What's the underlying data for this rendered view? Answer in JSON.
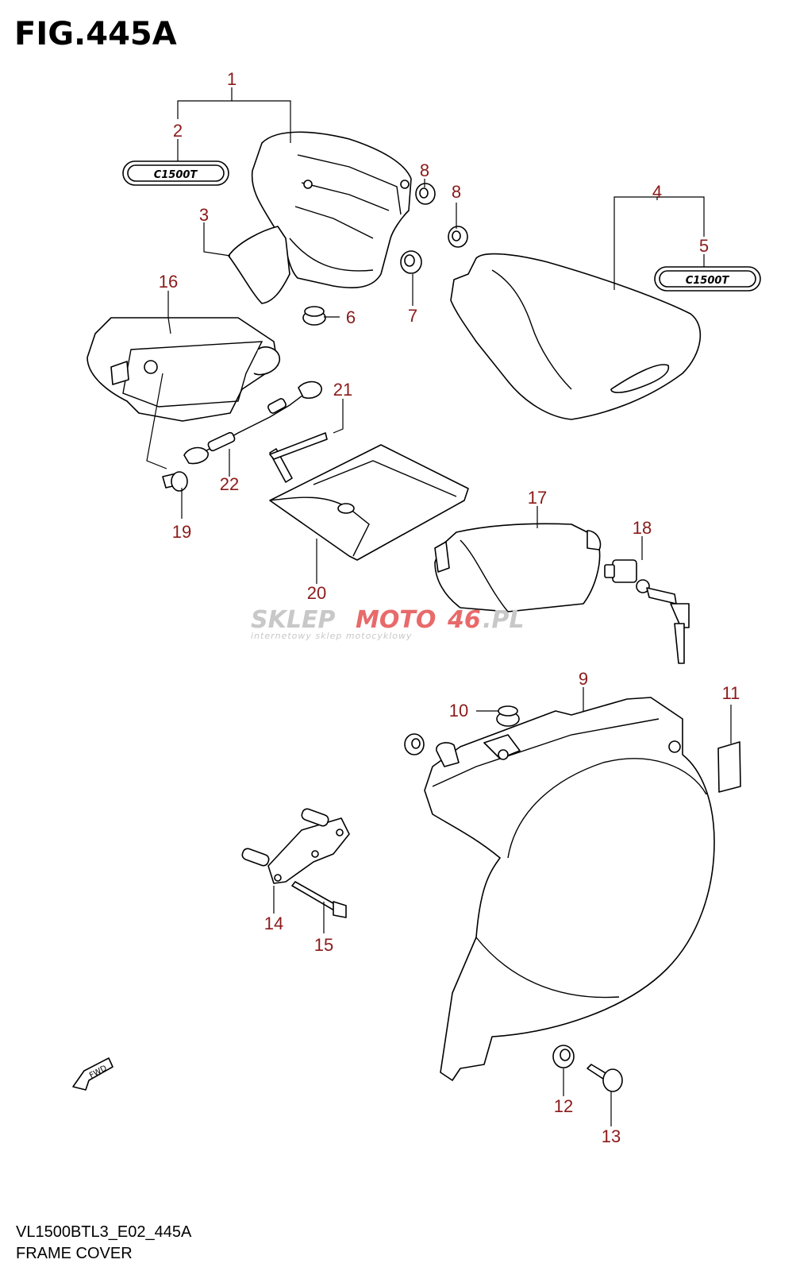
{
  "figure": {
    "title": "FIG.445A",
    "model_code": "VL1500BTL3_E02_445A",
    "caption": "FRAME COVER"
  },
  "watermark": {
    "main_left": "SKLEP",
    "main_mid": "MOTO",
    "main_right": "46",
    "main_ext": ".PL",
    "tagline": "internetowy sklep motocyklowy"
  },
  "emblem_text": "C1500T",
  "fwd_label": "FWD",
  "callouts": [
    "1",
    "2",
    "3",
    "4",
    "5",
    "6",
    "7",
    "8",
    "8",
    "9",
    "10",
    "11",
    "12",
    "13",
    "14",
    "15",
    "16",
    "17",
    "18",
    "19",
    "20",
    "21",
    "22"
  ],
  "colors": {
    "callout": "#8b1a1a",
    "line": "#000000",
    "watermark_gray": "#c8c8c8",
    "watermark_red": "#e86a6a"
  }
}
